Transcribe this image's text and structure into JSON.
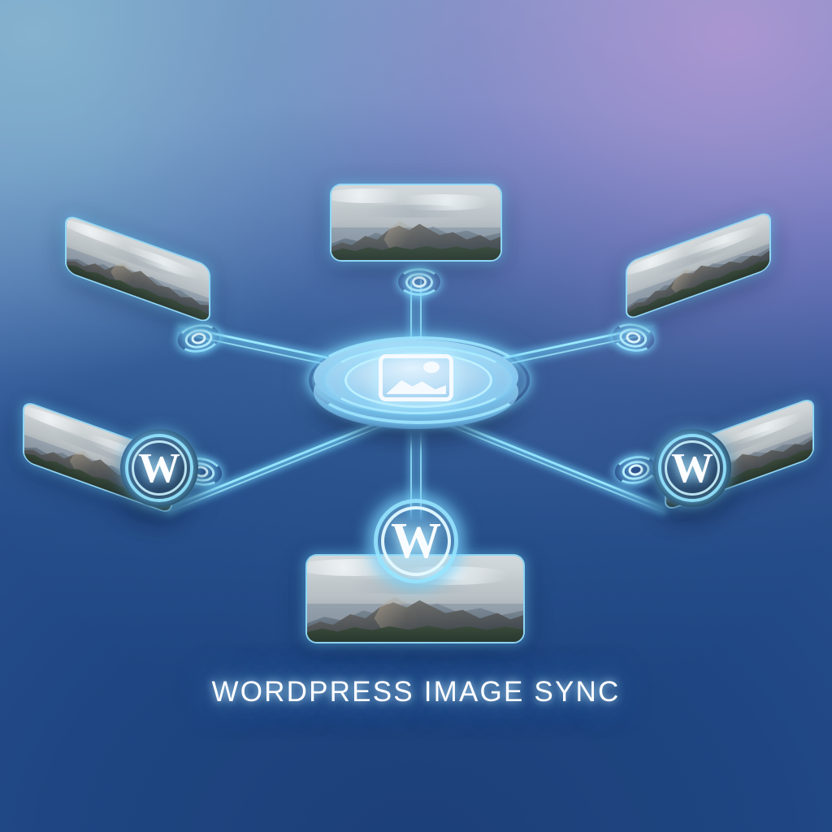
{
  "title": {
    "text": "WORDPRESS IMAGE SYNC"
  },
  "theme": {
    "background_top_left": "#86b3cf",
    "background_top_right": "#a495cf",
    "background_bottom_left": "#1f4a7d",
    "background_bottom_right": "#21316e",
    "accent_glow": "#96e2fc",
    "connector_line": "#5fd4f8",
    "wordpress_disc": "#1b3456",
    "text": "#ffffff"
  },
  "hub": {
    "name": "central image sync hub",
    "icon": "picture-icon",
    "rings": 3
  },
  "nodes": [
    {
      "id": "panel-top",
      "type": "image-panel",
      "label": "mountain landscape",
      "orientation": "flat"
    },
    {
      "id": "panel-left-upper",
      "type": "image-panel",
      "label": "mountain landscape",
      "orientation": "skew-left"
    },
    {
      "id": "panel-right-upper",
      "type": "image-panel",
      "label": "mountain landscape",
      "orientation": "skew-right"
    },
    {
      "id": "panel-left-lower",
      "type": "image-panel",
      "label": "mountain landscape",
      "orientation": "skew-left"
    },
    {
      "id": "panel-right-lower",
      "type": "image-panel",
      "label": "mountain landscape",
      "orientation": "skew-right"
    },
    {
      "id": "panel-bottom",
      "type": "image-panel",
      "label": "mountain landscape",
      "orientation": "flat"
    },
    {
      "id": "badge-left",
      "type": "wordpress-badge",
      "label": "W",
      "style": "disc"
    },
    {
      "id": "badge-right",
      "type": "wordpress-badge",
      "label": "W",
      "style": "disc"
    },
    {
      "id": "badge-bottom",
      "type": "wordpress-badge",
      "label": "W",
      "style": "flat-ring"
    }
  ],
  "connectors": {
    "count": 6,
    "node_icon": "sync-node-icon"
  }
}
